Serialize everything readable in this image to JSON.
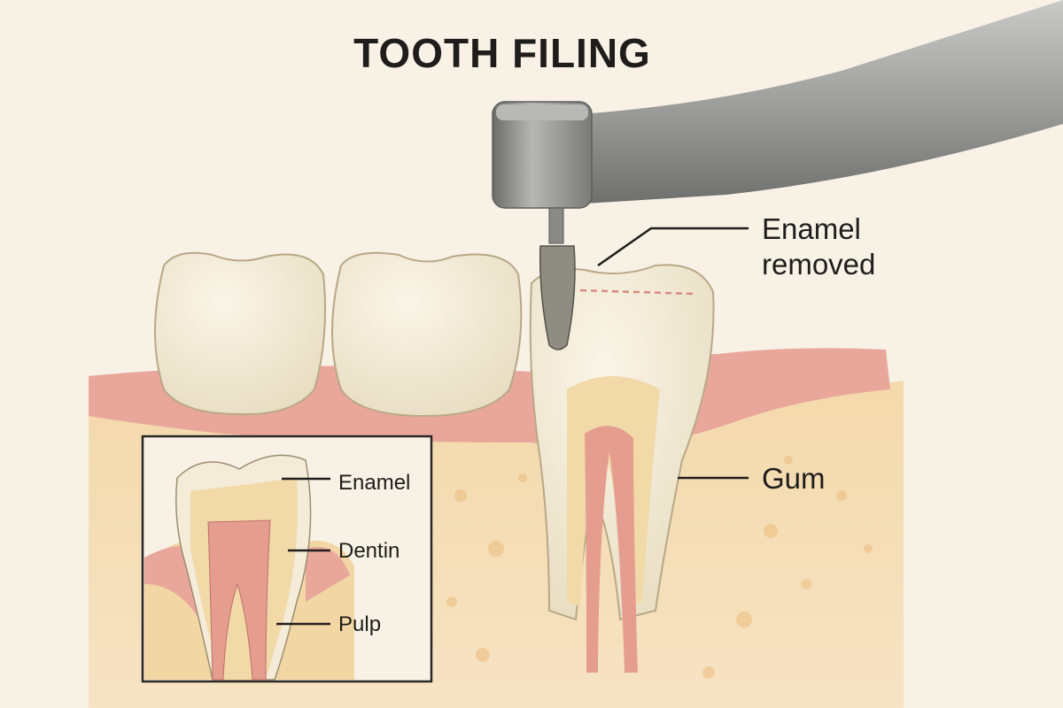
{
  "title": "TOOTH FILING",
  "labels": {
    "enamel_removed_line1": "Enamel",
    "enamel_removed_line2": "removed",
    "gum": "Gum"
  },
  "inset": {
    "enamel": "Enamel",
    "dentin": "Dentin",
    "pulp": "Pulp"
  },
  "colors": {
    "background": "#f7f1e6",
    "gum": "#e9a79c",
    "bone": "#f3d7a6",
    "enamel": "#f4ecd8",
    "dentin": "#f1d9a8",
    "pulp": "#e59d90",
    "instrument": "#9a9a9a"
  }
}
